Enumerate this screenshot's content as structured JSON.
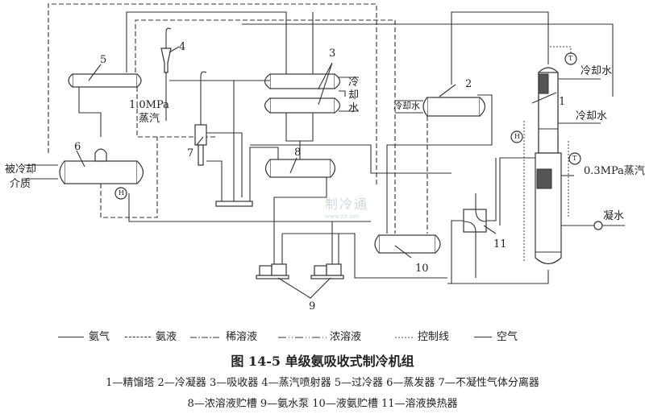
{
  "figure": {
    "caption": "图 14-5   单级氨吸收式制冷机组",
    "parts_line1": "1—精馏塔   2—冷凝器   3—吸收器   4—蒸汽喷射器   5—过冷器   6—蒸发器   7—不凝性气体分离器",
    "parts_line2": "8—浓溶液贮槽   9—氨水泵   10—液氨贮槽   11—溶液换热器"
  },
  "legend": [
    {
      "label": "氨气",
      "style": "solid"
    },
    {
      "label": "氨液",
      "style": "dashed"
    },
    {
      "label": "稀溶液",
      "style": "dash-dot"
    },
    {
      "label": "浓溶液",
      "style": "dash-dot-dot"
    },
    {
      "label": "控制线",
      "style": "dotted"
    },
    {
      "label": "空气",
      "style": "solid"
    }
  ],
  "annotations": {
    "cooled_medium": "被冷却",
    "cooled_medium_2": "介质",
    "steam_1mpa": "1.0MPa",
    "steam_1mpa_2": "蒸汽",
    "cooling_water_absorber_1": "冷",
    "cooling_water_absorber_2": "却",
    "cooling_water_absorber_3": "水",
    "cooling_water_condenser": "冷却水",
    "cooling_water_top": "冷却水",
    "cooling_water_mid": "冷却水",
    "steam_03mpa": "0.3MPa蒸汽",
    "condensate": "凝水",
    "instrument_t": "T",
    "instrument_h": "H"
  },
  "component_numbers": {
    "n1": "1",
    "n2": "2",
    "n3": "3",
    "n4": "4",
    "n5": "5",
    "n6": "6",
    "n7": "7",
    "n8": "8",
    "n9": "9",
    "n10": "10",
    "n11": "11"
  },
  "watermark": {
    "text": "制冷通",
    "url": "www.zlt.net"
  }
}
